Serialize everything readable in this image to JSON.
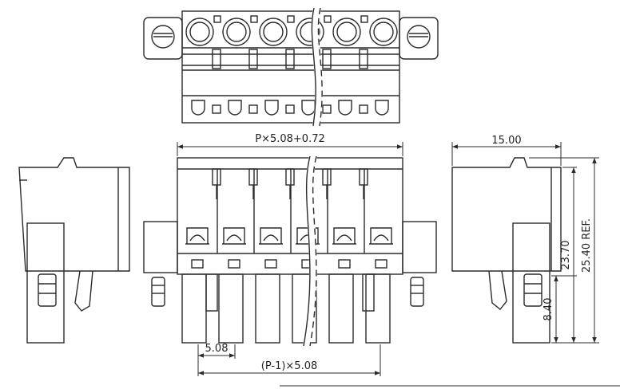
{
  "drawing": {
    "line_color": "#2b2b2b",
    "background": "#ffffff",
    "pin_count_shown": 6,
    "dimensions": {
      "overall_width_formula": "P×5.08+0.72",
      "pitch": "5.08",
      "pitch_span_formula": "(P-1)×5.08",
      "depth": "15.00",
      "height_body": "23.70",
      "height_total": "25.40 REF.",
      "height_pin": "8.40"
    }
  }
}
